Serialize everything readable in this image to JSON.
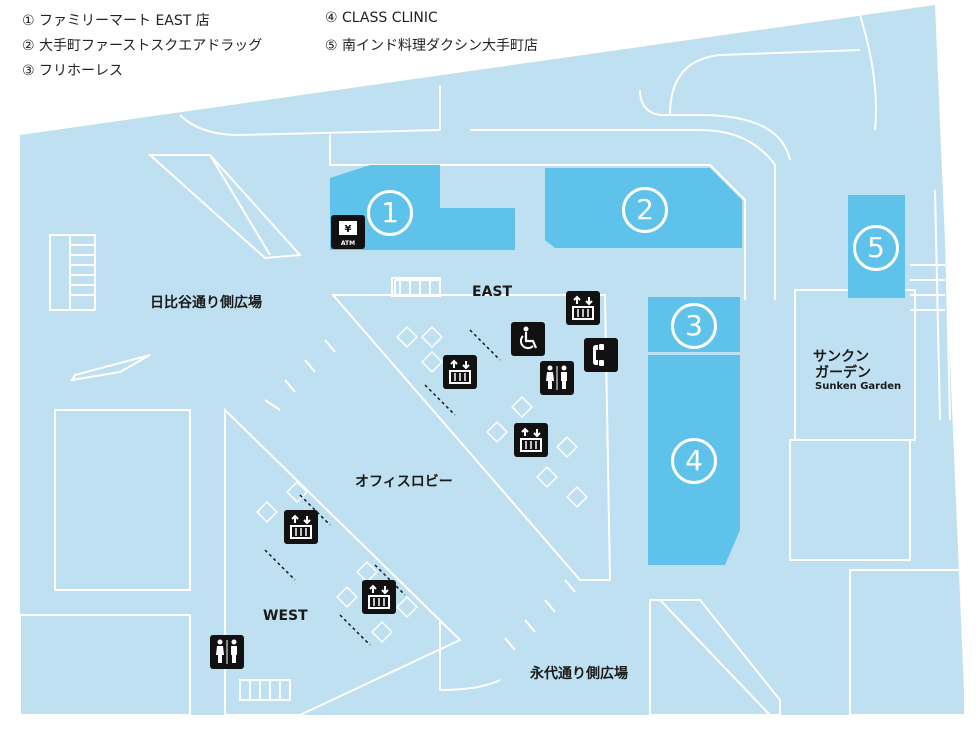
{
  "legend": {
    "item1": "① ファミリーマート EAST 店",
    "item2": "② 大手町ファーストスクエアドラッグ",
    "item3": "③ フリホーレス",
    "item4": "④ CLASS CLINIC",
    "item5": "⑤ 南インド料理ダクシン大手町店"
  },
  "shops": {
    "shop1": "1",
    "shop2": "2",
    "shop3": "3",
    "shop4": "4",
    "shop5": "5"
  },
  "labels": {
    "hibiya_plaza": "日比谷通り側広場",
    "east": "EAST",
    "west": "WEST",
    "office_lobby": "オフィスロビー",
    "sunken_line1": "サンクン",
    "sunken_line2": "ガーデン",
    "sunken_en": "Sunken Garden",
    "nagata_plaza": "永代通り側広場",
    "atm_text": "ATM"
  },
  "icons": [
    "atm-icon",
    "elevator-icon",
    "wheelchair-icon",
    "telephone-icon",
    "restroom-icon"
  ],
  "colors": {
    "floor": "#bfe0f0",
    "shop": "#5fc2eb",
    "line": "#ffffff",
    "icon_bg": "#111111"
  }
}
